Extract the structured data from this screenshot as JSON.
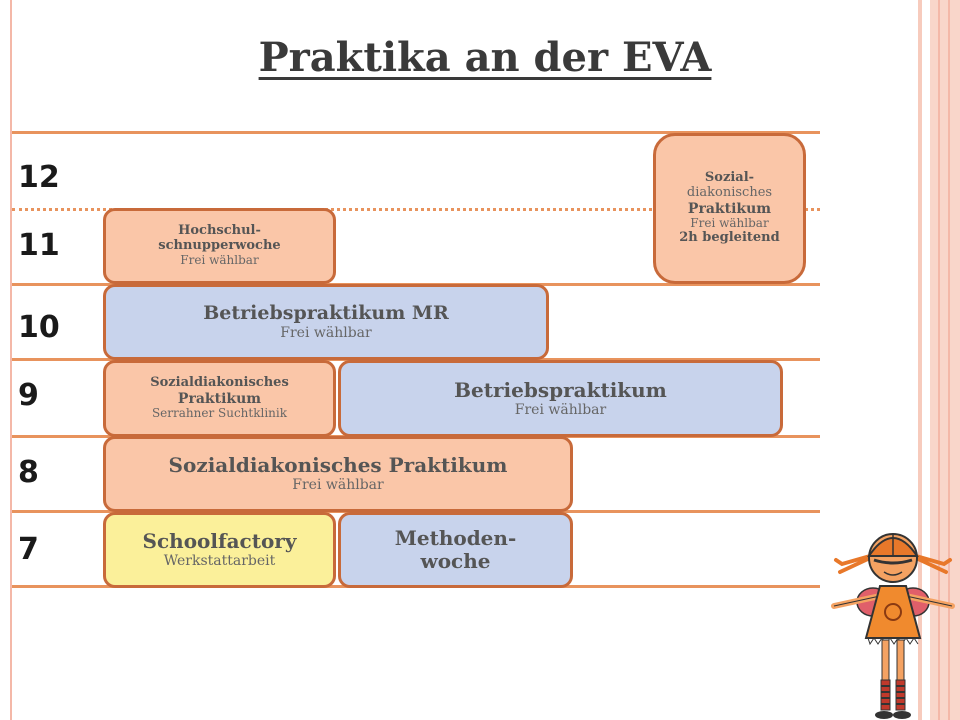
{
  "title": "Praktika an der EVA",
  "grades": [
    "12",
    "11",
    "10",
    "9",
    "8",
    "7"
  ],
  "blocks": {
    "sozial_12": {
      "line1": "Sozial-",
      "line2": "diakonisches",
      "line3": "Praktikum",
      "line4": "Frei wählbar",
      "line5": "2h begleitend"
    },
    "hochschul": {
      "line1": "Hochschul-",
      "line2": "schnupperwoche",
      "sub": "Frei wählbar"
    },
    "betrieb_mr": {
      "main": "Betriebspraktikum MR",
      "sub": "Frei wählbar"
    },
    "sozial_9": {
      "line1": "Sozialdiakonisches",
      "line2": "Praktikum",
      "sub": "Serrahner Suchtklinik"
    },
    "betrieb_9": {
      "main": "Betriebspraktikum",
      "sub": "Frei wählbar"
    },
    "sozial_8": {
      "main": "Sozialdiakonisches Praktikum",
      "sub": "Frei wählbar"
    },
    "schoolfactory": {
      "main": "Schoolfactory",
      "sub": "Werkstattarbeit"
    },
    "methoden": {
      "line1": "Methoden-",
      "line2": "woche"
    }
  },
  "colors": {
    "line": "#e8935d",
    "orange_box": "#fac6a8",
    "blue_box": "#c8d3ec",
    "yellow_box": "#fbf09a",
    "border": "#c86a3a"
  }
}
